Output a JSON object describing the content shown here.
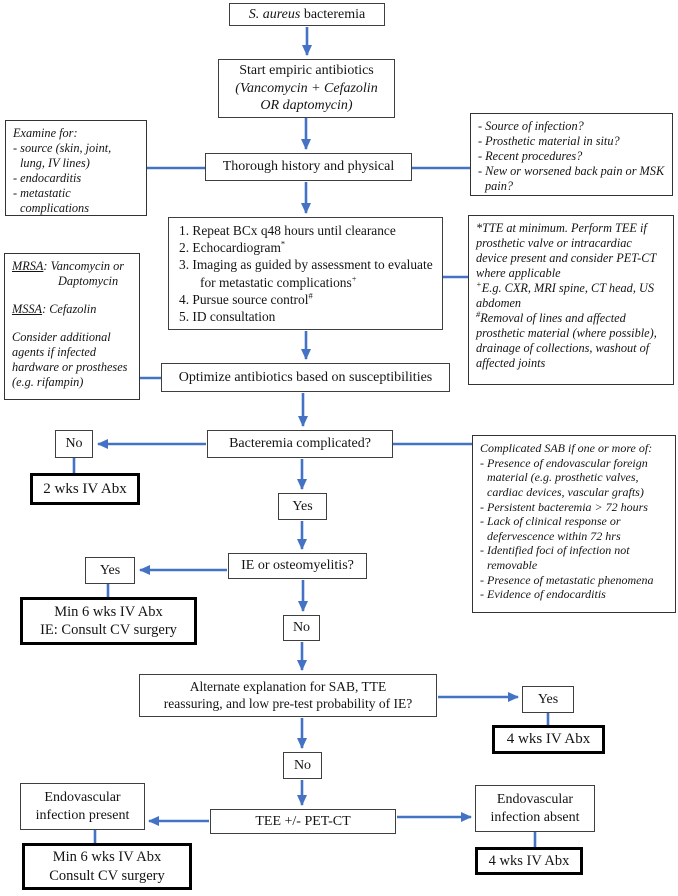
{
  "figure": {
    "type": "flowchart",
    "topic": "S. aureus bacteremia management"
  },
  "colors": {
    "arrow_blue": "#4472C4",
    "box_border": "#3f3f3f",
    "outcome_border": "#000000",
    "background": "#ffffff"
  },
  "nodes": {
    "bacteremia": {
      "italic": "S. aureus",
      "rest": " bacteremia"
    },
    "empiric": {
      "line1": "Start empiric antibiotics",
      "line2": "(Vancomycin + Cefazolin",
      "line3": "OR daptomycin)"
    },
    "history": {
      "label": "Thorough history and physical"
    },
    "workup": {
      "items": [
        {
          "num": "1.",
          "text": "Repeat BCx q48 hours until clearance",
          "sup": ""
        },
        {
          "num": "2.",
          "text": "Echocardiogram",
          "sup": "*"
        },
        {
          "num": "3.",
          "text": "Imaging as guided by assessment to evaluate for metastatic complications",
          "sup": "+"
        },
        {
          "num": "4.",
          "text": "Pursue source control",
          "sup": "#"
        },
        {
          "num": "5.",
          "text": "ID consultation",
          "sup": ""
        }
      ]
    },
    "optimize": {
      "label": "Optimize antibiotics based on susceptibilities"
    },
    "complicated": {
      "label": "Bacteremia complicated?"
    },
    "no1": {
      "label": "No"
    },
    "two_wks": {
      "label": "2 wks IV Abx"
    },
    "yes1": {
      "label": "Yes"
    },
    "ie_osteo": {
      "label": "IE or osteomyelitis?"
    },
    "yes2": {
      "label": "Yes"
    },
    "min6_ie": {
      "line1": "Min 6 wks IV Abx",
      "line2": "IE: Consult CV surgery"
    },
    "no2": {
      "label": "No"
    },
    "alternate": {
      "line1": "Alternate explanation for SAB, TTE",
      "line2": "reassuring, and low pre-test probability of IE?"
    },
    "yes3": {
      "label": "Yes"
    },
    "four_wks1": {
      "label": "4 wks IV Abx"
    },
    "no3": {
      "label": "No"
    },
    "tee": {
      "label": "TEE +/- PET-CT"
    },
    "endo_present": {
      "line1": "Endovascular",
      "line2": "infection present"
    },
    "min6_cv": {
      "line1": "Min 6 wks IV Abx",
      "line2": "Consult CV surgery"
    },
    "endo_absent": {
      "line1": "Endovascular",
      "line2": "infection absent"
    },
    "four_wks2": {
      "label": "4 wks IV Abx"
    }
  },
  "notes": {
    "examine": {
      "title": "Examine for:",
      "items": [
        "- source (skin, joint, lung, IV lines)",
        "- endocarditis",
        "- metastatic complications"
      ]
    },
    "questions": {
      "items": [
        "- Source of infection?",
        "- Prosthetic material in situ?",
        "- Recent procedures?",
        "- New or worsened back pain or MSK pain?"
      ]
    },
    "organism_therapy": {
      "mrsa_label": "MRSA",
      "mrsa_rest": ": Vancomycin or Daptomycin",
      "mssa_label": "MSSA",
      "mssa_rest": ": Cefazolin",
      "additional": "Consider additional agents if infected hardware or prostheses (e.g. rifampin)"
    },
    "footnotes": {
      "star": {
        "text": "*TTE at minimum. Perform TEE if prosthetic valve or intracardiac device present and consider PET-CT where applicable"
      },
      "plus": {
        "sup": "+",
        "text": "E.g. CXR, MRI spine, CT head, US abdomen"
      },
      "hash": {
        "sup": "#",
        "text": "Removal of lines and affected prosthetic material (where possible), drainage of collections, washout of affected joints"
      }
    },
    "complicated_sab": {
      "title": "Complicated SAB if one or more of:",
      "items": [
        "- Presence of endovascular foreign material (e.g. prosthetic valves, cardiac devices, vascular grafts)",
        "- Persistent bacteremia > 72 hours",
        "- Lack of clinical response or defervescence within 72 hrs",
        "- Identified foci of infection not removable",
        "- Presence of metastatic phenomena",
        "- Evidence of endocarditis"
      ]
    }
  }
}
